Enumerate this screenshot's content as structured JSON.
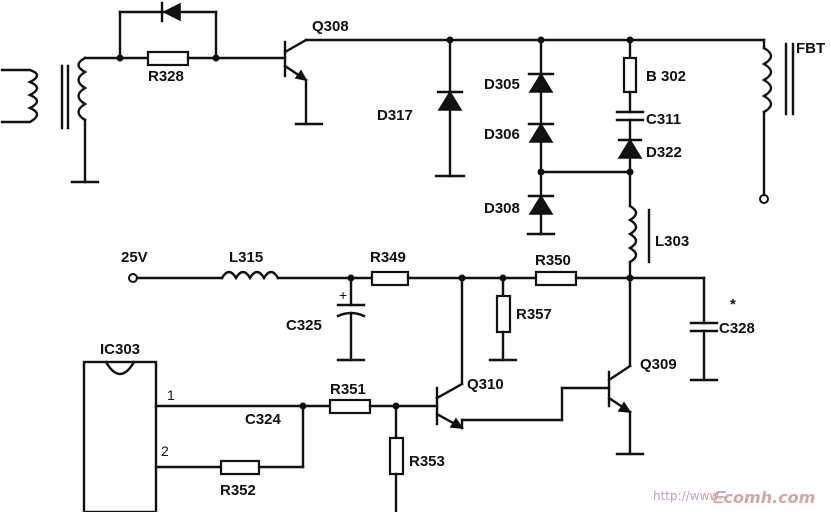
{
  "labels": {
    "q308": "Q308",
    "r328": "R328",
    "d317": "D317",
    "d305": "D305",
    "d306": "D306",
    "d308": "D308",
    "b302": "B 302",
    "c311": "C311",
    "d322": "D322",
    "fbt": "FBT",
    "l303": "L303",
    "v25": "25V",
    "l315": "L315",
    "r349": "R349",
    "r350": "R350",
    "c325": "C325",
    "r357": "R357",
    "c328": "C328",
    "c328_mark": "*",
    "ic303": "IC303",
    "pin1": "1",
    "pin2": "2",
    "c324": "C324",
    "r351": "R351",
    "q310": "Q310",
    "q309": "Q309",
    "r353": "R353",
    "r352": "R352",
    "c325_plus": "+"
  },
  "watermark": {
    "url": "http://www.",
    "brand": "ᗴcomh.com"
  }
}
